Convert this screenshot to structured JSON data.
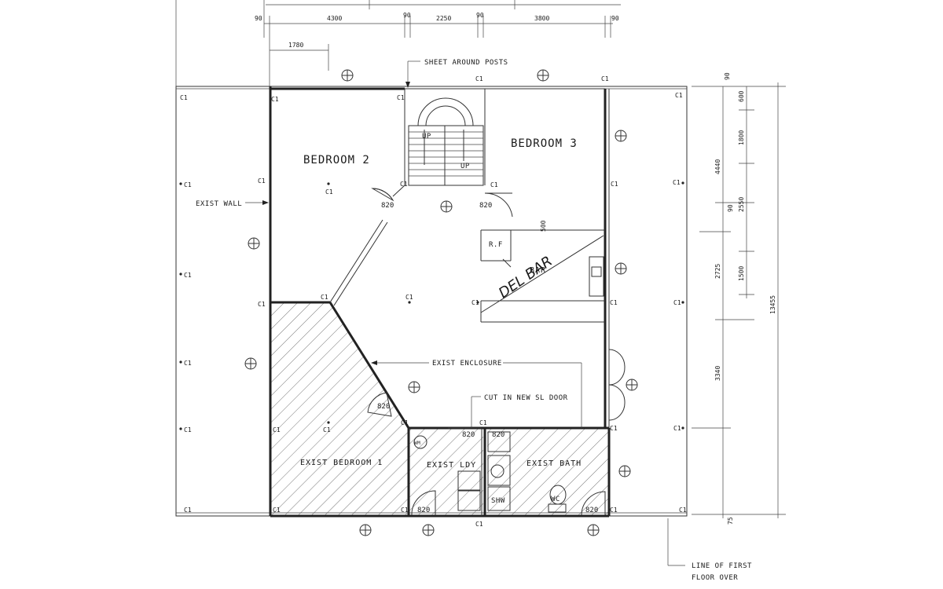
{
  "rooms": {
    "bedroom2": "BEDROOM 2",
    "bedroom3": "BEDROOM 3",
    "bedroom1": "EXIST BEDROOM 1",
    "ldy": "EXIST LDY",
    "bath": "EXIST BATH",
    "bar": "BAR",
    "bar_hand": "DEL BAR",
    "rf": "R.F",
    "shw": "SHW",
    "wc": "WC",
    "wm": "WM",
    "up1": "UP",
    "up2": "UP"
  },
  "notes": {
    "sheet_posts": "SHEET AROUND POSTS",
    "exist_wall": "EXIST WALL",
    "exist_enclosure": "EXIST ENCLOSURE",
    "cut_door": "CUT IN NEW SL DOOR",
    "first_floor_1": "LINE OF FIRST",
    "first_floor_2": "FLOOR OVER"
  },
  "dims": {
    "top": [
      "90",
      "4300",
      "90",
      "2250",
      "90",
      "3800",
      "90"
    ],
    "top_sub": "1780",
    "right_inner": [
      "90",
      "4440",
      "90",
      "2725",
      "3340",
      "75"
    ],
    "right_mid": [
      "600",
      "1800",
      "2550",
      "1500"
    ],
    "right_total": "13455",
    "bar_depth": "500"
  },
  "door_label": "820",
  "column_label": "C1"
}
